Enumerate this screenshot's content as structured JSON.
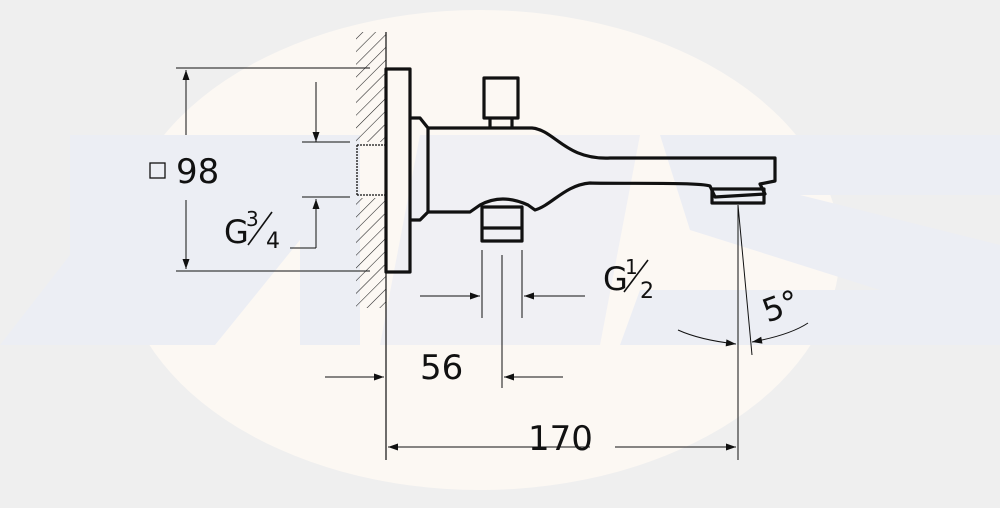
{
  "drawing": {
    "subject": "Bath spout with diverter - side view",
    "colors": {
      "background": "#efefef",
      "watermark_oval": "#fcf8f3",
      "watermark_letters": "#eceef4",
      "line": "#111111"
    },
    "watermark": {
      "letters": "NCS"
    },
    "dimensions": {
      "rosette_size_symbol": "□",
      "rosette_size": "98",
      "wall_thread": "G¾",
      "wall_thread_base": "G",
      "wall_thread_num": "3",
      "wall_thread_den": "4",
      "outlet_thread_base": "G",
      "outlet_thread_num": "1",
      "outlet_thread_den": "2",
      "outlet_thread": "G½",
      "outlet_offset": "56",
      "projection": "170",
      "spout_angle": "5°"
    }
  }
}
